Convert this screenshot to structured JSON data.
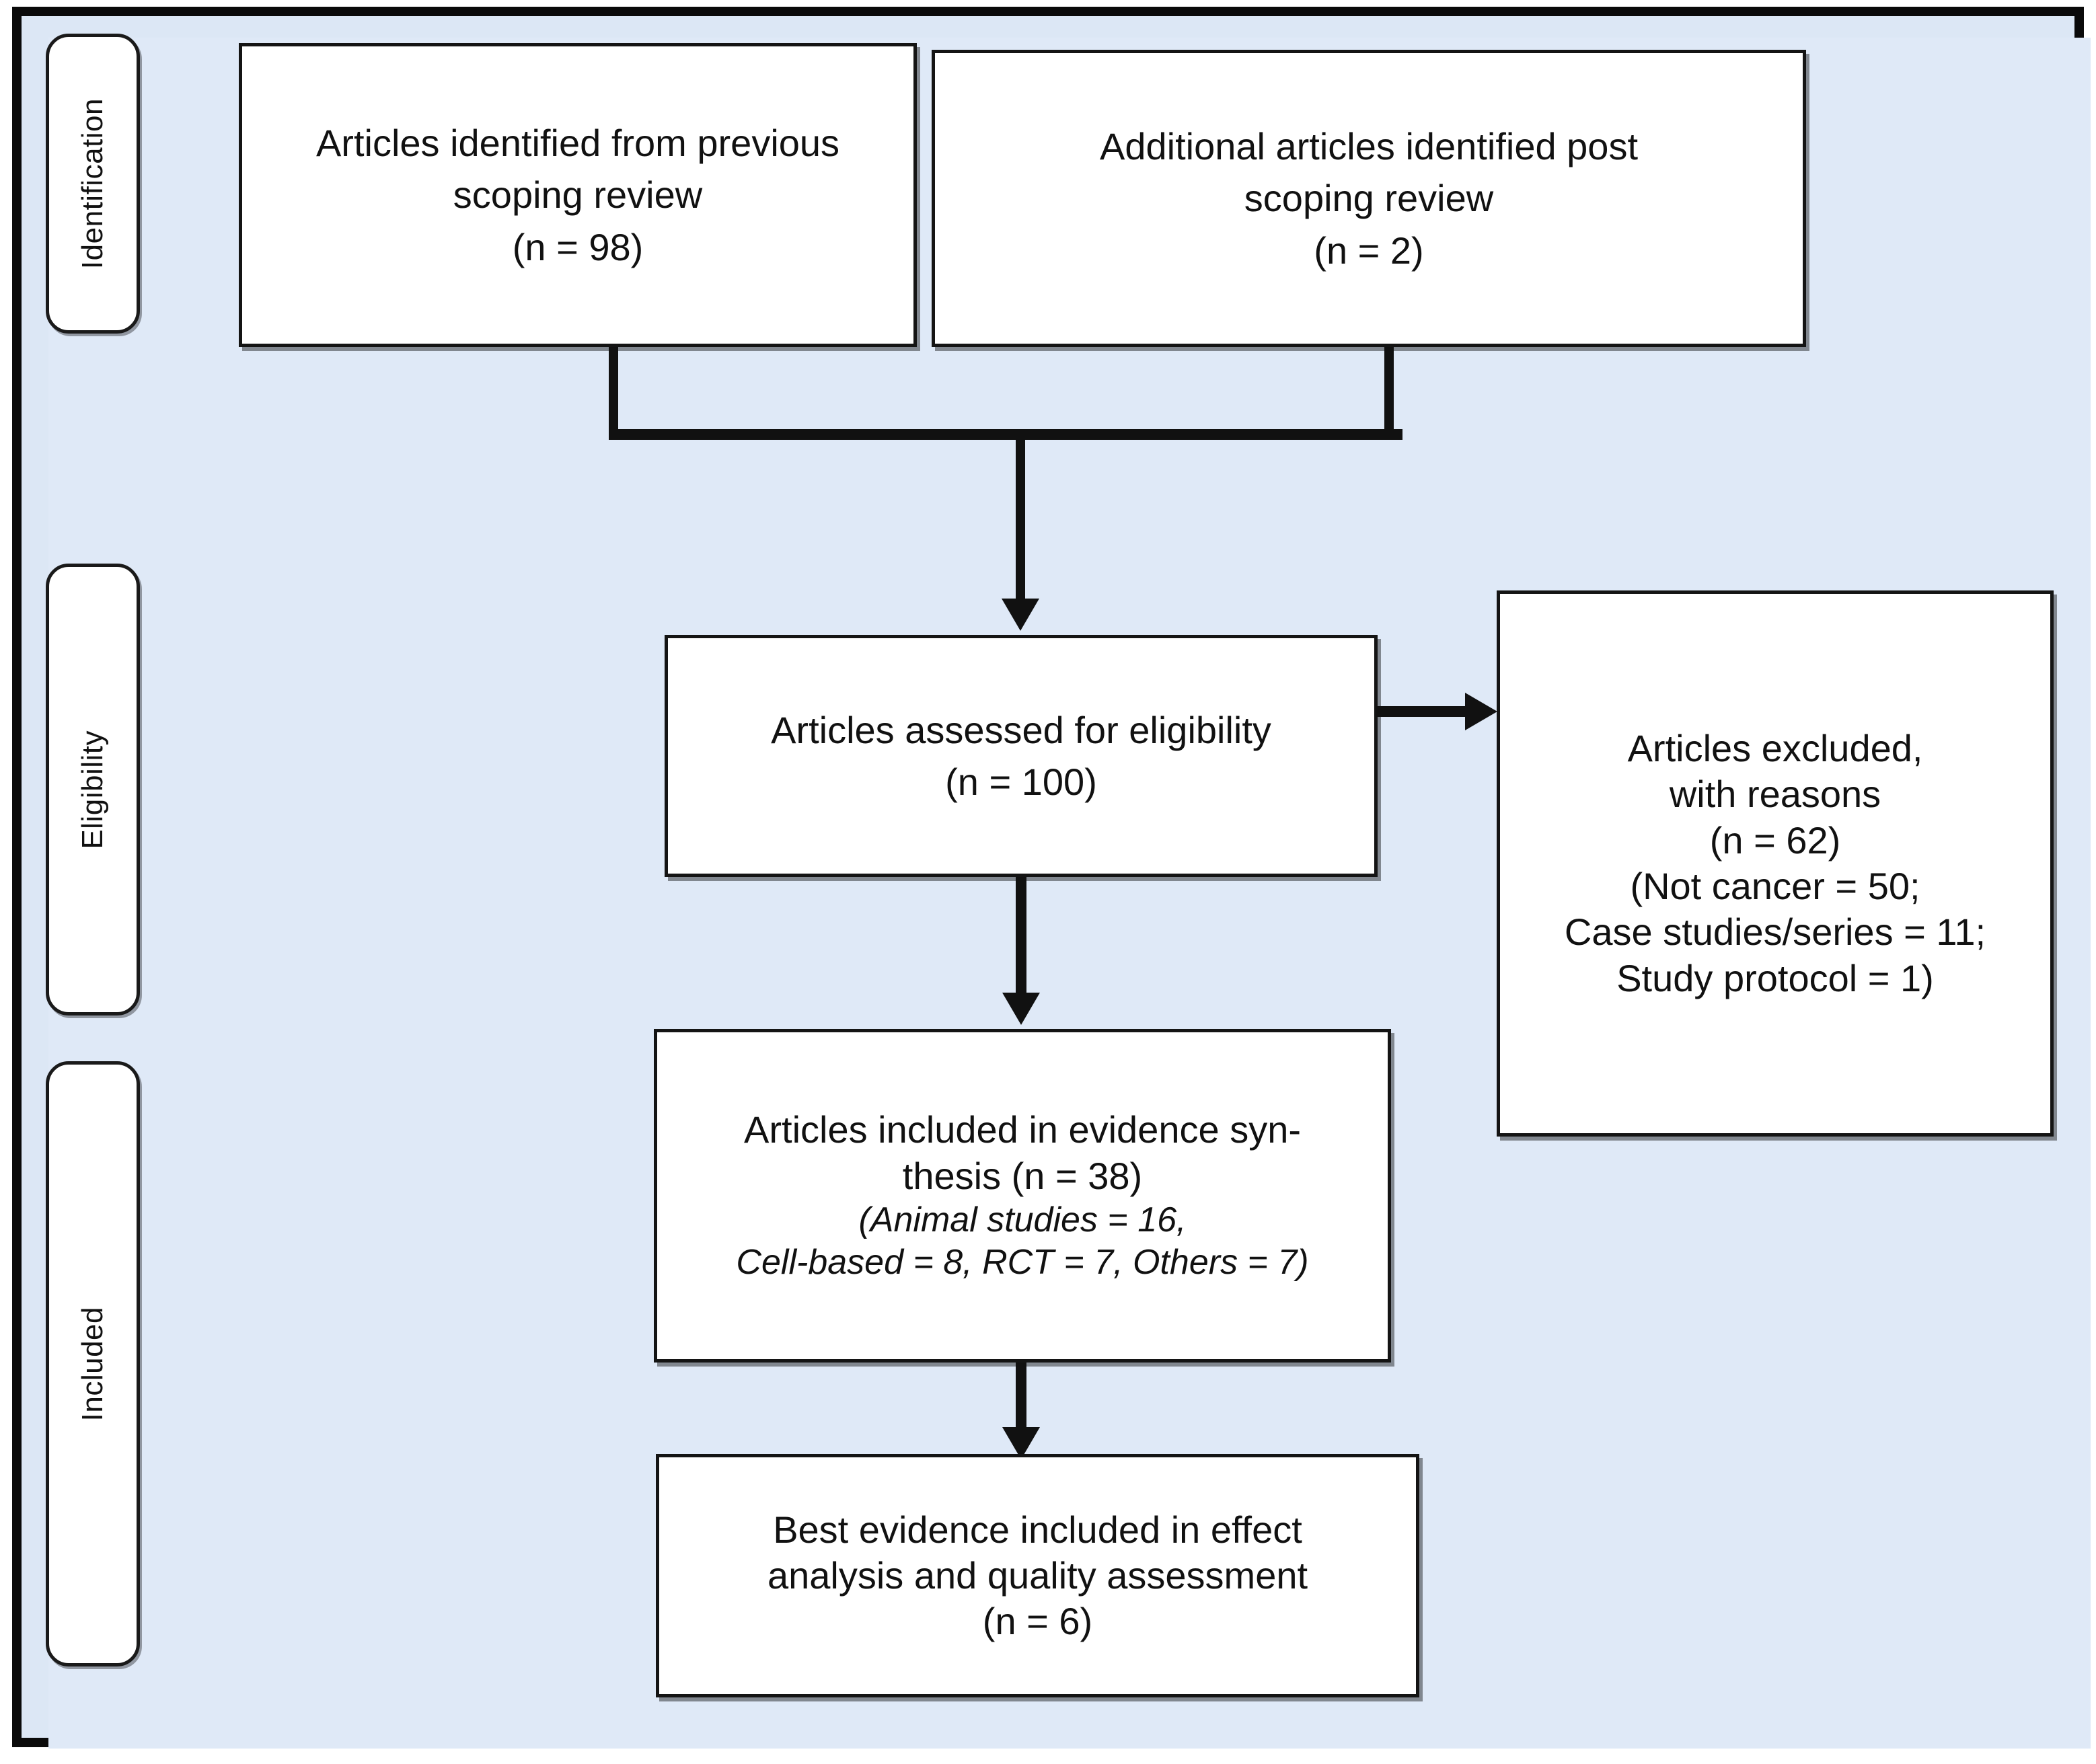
{
  "diagram": {
    "title": "PRISMA flow diagram",
    "background_color": "#dfe9f7",
    "frame_color": "#0a0a0a",
    "box_fill": "#ffffff",
    "line_color": "#111111"
  },
  "stages": [
    {
      "label": "Identification"
    },
    {
      "label": "Eligibility"
    },
    {
      "label": "Included"
    }
  ],
  "boxes": {
    "previous_scoping": {
      "line1": "Articles identified from previous",
      "line2": "scoping review",
      "line3": "(n =  98)"
    },
    "additional_post": {
      "line1": "Additional articles identified post",
      "line2": "scoping review",
      "line3": "(n = 2)"
    },
    "assessed": {
      "line1": "Articles assessed for eligibility",
      "line2": "(n = 100)"
    },
    "excluded": {
      "line1": "Articles excluded,",
      "line2": "with reasons",
      "line3": "(n = 62)",
      "line4": "(Not cancer = 50;",
      "line5": "Case studies/series = 11;",
      "line6": "Study protocol = 1)"
    },
    "synthesis": {
      "line1": "Articles included in evidence syn-",
      "line2": "thesis (n = 38)",
      "line3": "(Animal  studies = 16,",
      "line4": "Cell-based  = 8, RCT = 7, Others = 7)"
    },
    "best_evidence": {
      "line1": "Best evidence included in effect",
      "line2": "analysis and quality assessment",
      "line3": "(n = 6)"
    }
  },
  "connectors": [
    {
      "name": "previous-to-merge"
    },
    {
      "name": "additional-to-merge"
    },
    {
      "name": "merge-to-assessed"
    },
    {
      "name": "assessed-to-excluded"
    },
    {
      "name": "assessed-to-synthesis"
    },
    {
      "name": "synthesis-to-best-evidence"
    }
  ]
}
